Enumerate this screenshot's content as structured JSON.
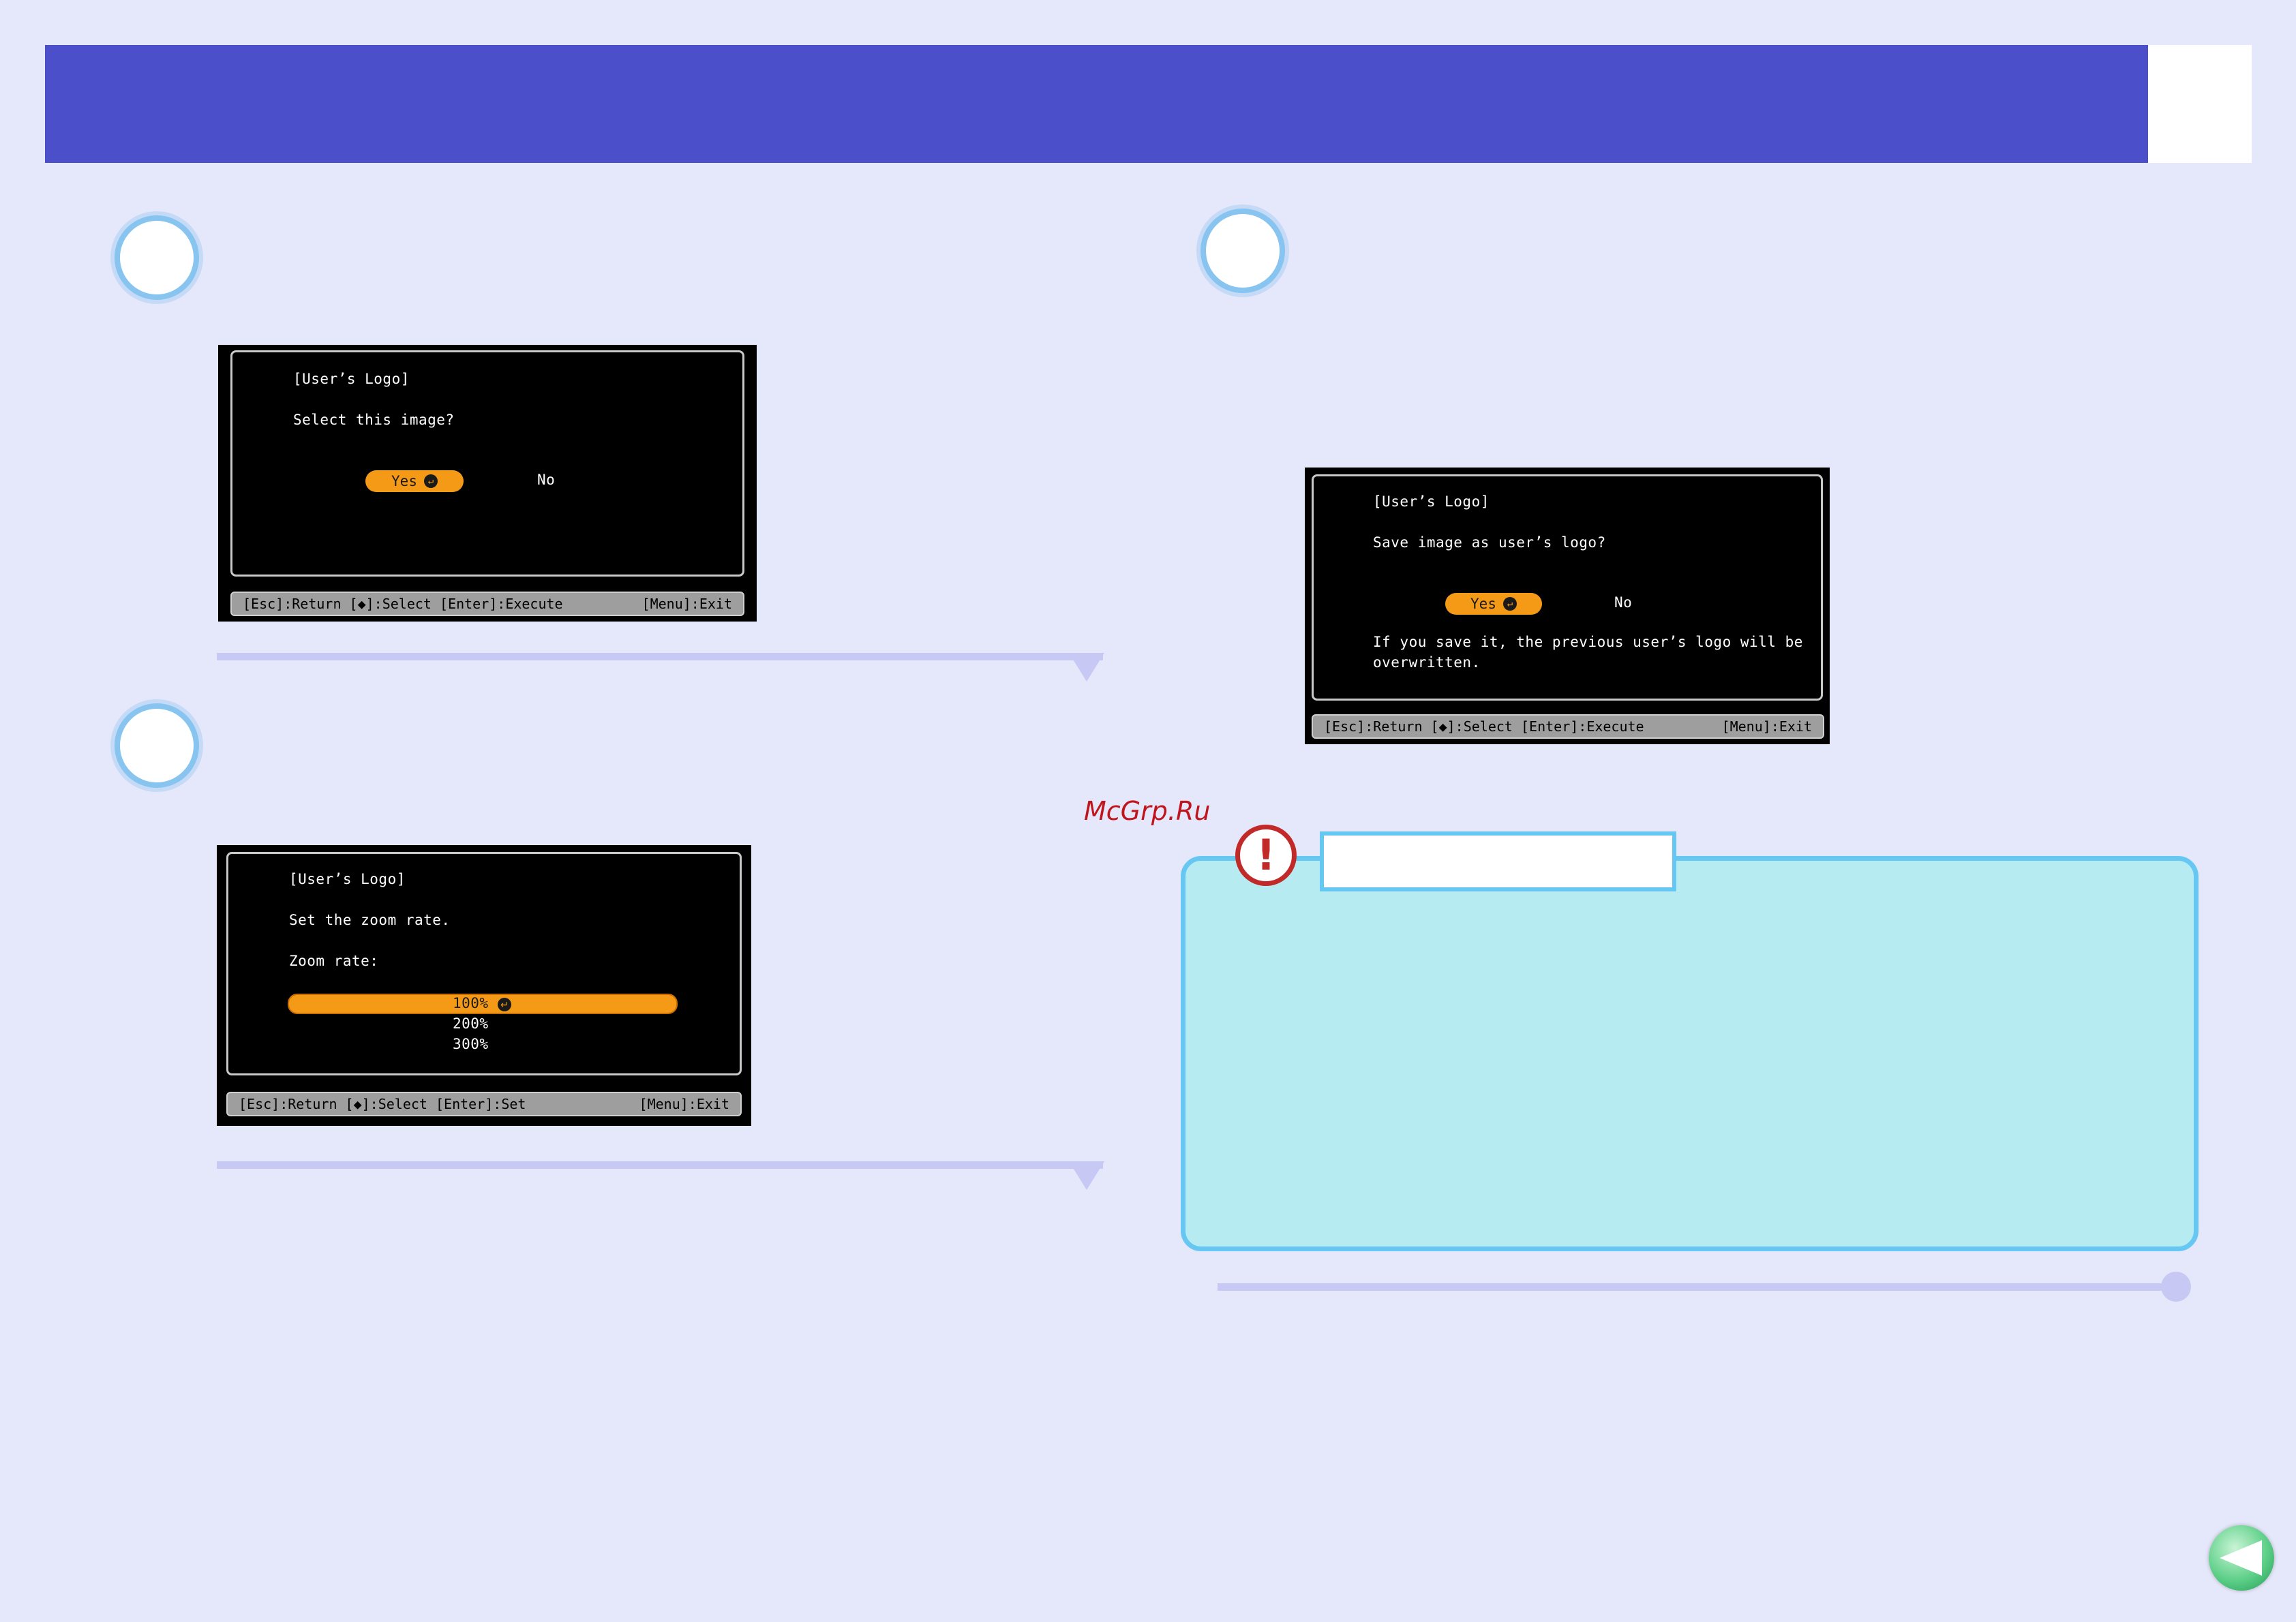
{
  "watermark": "McGrp.Ru",
  "screen_select": {
    "title": "[User’s Logo]",
    "question": "Select this image?",
    "yes_label": "Yes",
    "no_label": "No",
    "status_left": "[Esc]:Return [◆]:Select [Enter]:Execute",
    "status_right": "[Menu]:Exit"
  },
  "screen_zoom": {
    "title": "[User’s Logo]",
    "instruction": "Set the zoom rate.",
    "field_label": "Zoom rate:",
    "options": [
      "100%",
      "200%",
      "300%"
    ],
    "selected": "100%",
    "status_left": "[Esc]:Return [◆]:Select [Enter]:Set",
    "status_right": "[Menu]:Exit"
  },
  "screen_save": {
    "title": "[User’s Logo]",
    "question": "Save image as user’s logo?",
    "yes_label": "Yes",
    "no_label": "No",
    "warning_line1": "If you save it, the previous user’s logo will be",
    "warning_line2": "overwritten.",
    "status_left": "[Esc]:Return [◆]:Select [Enter]:Execute",
    "status_right": "[Menu]:Exit"
  },
  "colors": {
    "header": "#4b4fca",
    "accent_orange": "#f49a17",
    "caution_fill": "#b7ebf2",
    "caution_border": "#66c8f2"
  },
  "icons": {
    "caution": "exclamation-icon",
    "back": "back-arrow-icon",
    "enter": "enter-icon"
  }
}
